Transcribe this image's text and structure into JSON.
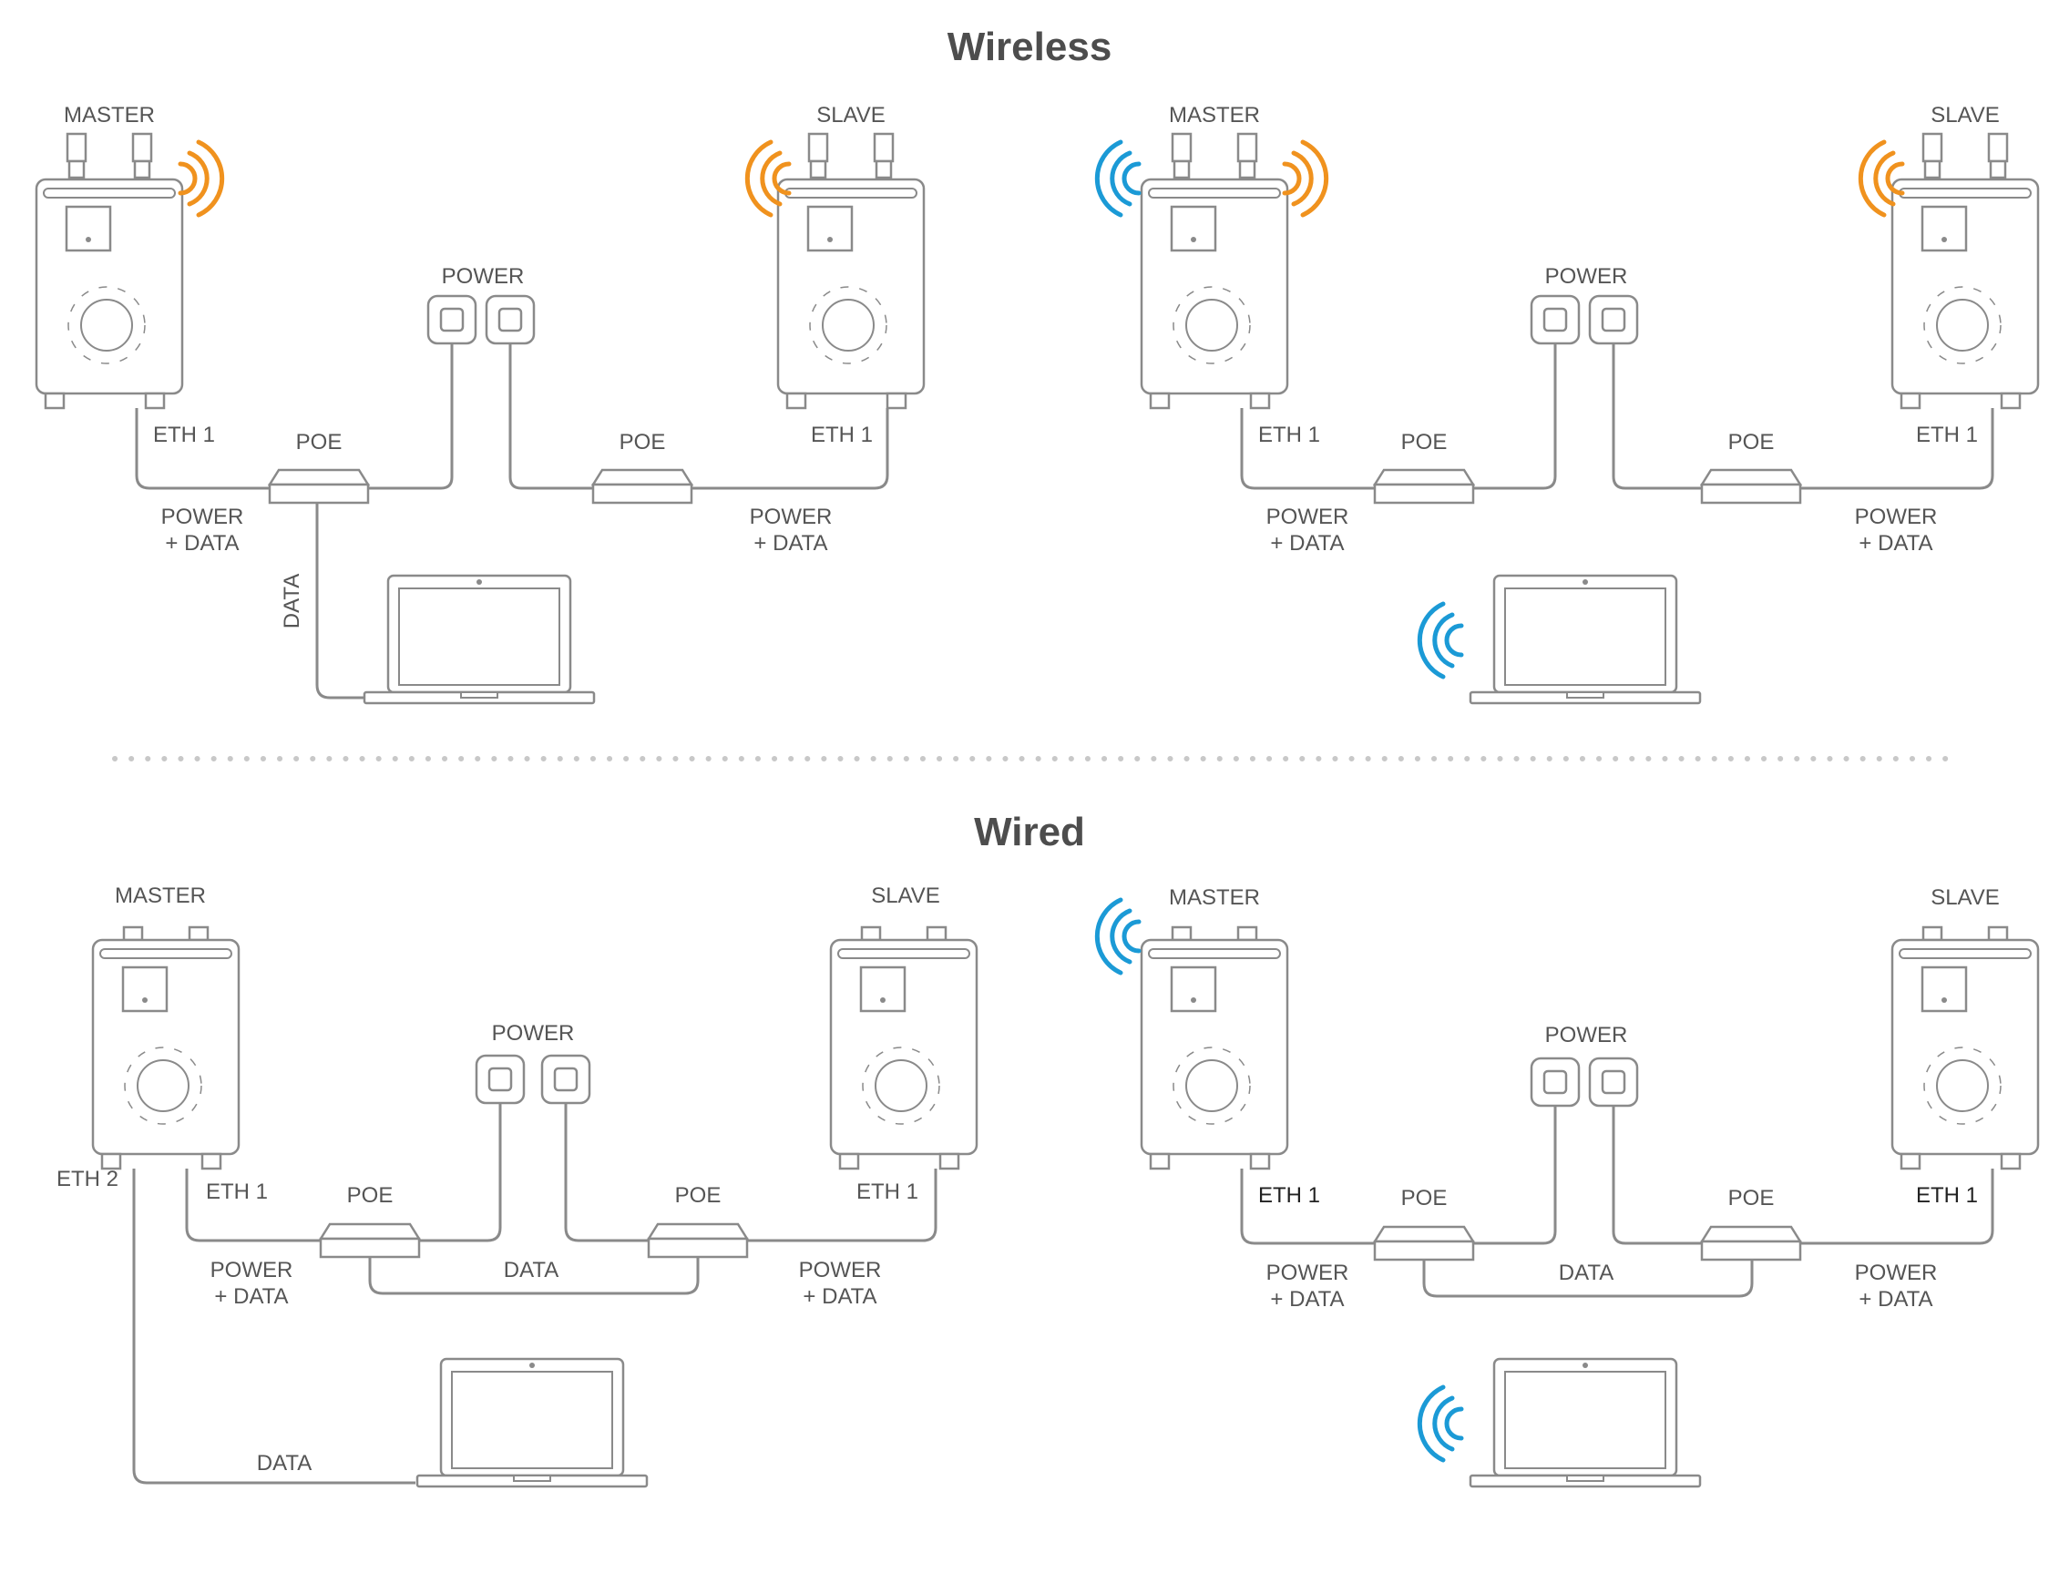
{
  "titles": {
    "wireless": "Wireless",
    "wired": "Wired"
  },
  "labels": {
    "master": "MASTER",
    "slave": "SLAVE",
    "power": "POWER",
    "poe": "POE",
    "eth1": "ETH 1",
    "eth2": "ETH 2",
    "power_line": "POWER",
    "data_line": "+ DATA",
    "data": "DATA"
  },
  "colors": {
    "line": "#8a8a8a",
    "device_fill": "#ffffff",
    "signal_orange": "#f0921e",
    "signal_blue": "#1b9ad6",
    "divider": "#c8c8c8"
  },
  "icons": [
    "wifi-signal-icon",
    "power-outlet-icon",
    "laptop-icon",
    "poe-injector-icon",
    "radio-device-icon"
  ]
}
